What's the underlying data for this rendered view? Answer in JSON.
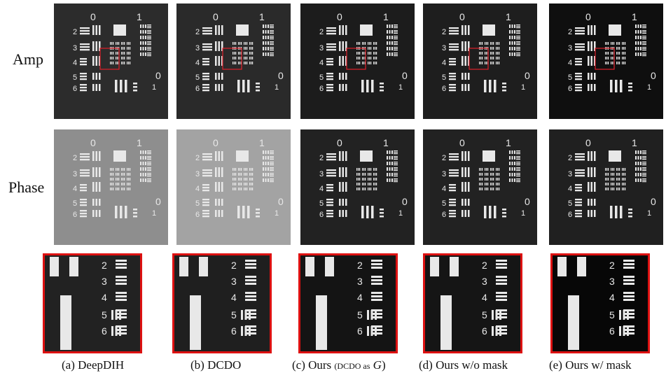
{
  "rows": {
    "amp": "Amp",
    "phase": "Phase"
  },
  "target": {
    "top_numbers": [
      "0",
      "1"
    ],
    "left_numbers": [
      "2",
      "3",
      "4",
      "5",
      "6"
    ],
    "right_numbers": [
      "0",
      "1"
    ],
    "zoom_numbers": [
      "2",
      "3",
      "4",
      "5",
      "6"
    ]
  },
  "columns": [
    {
      "caption": "(a) DeepDIH",
      "amp_bg": "#2c2c2c",
      "phase_bg": "#8e8e8e",
      "zoom_bg": "#222222"
    },
    {
      "caption": "(b) DCDO",
      "amp_bg": "#2a2a2a",
      "phase_bg": "#a3a3a3",
      "zoom_bg": "#1f1f1f"
    },
    {
      "caption": "(c) Ours",
      "caption_small": "(DCDO as",
      "caption_italic": "G",
      "caption_close": ")",
      "amp_bg": "#1c1c1c",
      "phase_bg": "#222222",
      "zoom_bg": "#141414"
    },
    {
      "caption": "(d) Ours w/o mask",
      "amp_bg": "#1e1e1e",
      "phase_bg": "#222222",
      "zoom_bg": "#151515"
    },
    {
      "caption": "(e) Ours w/ mask",
      "amp_bg": "#0f0f0f",
      "phase_bg": "#202020",
      "zoom_bg": "#070707"
    }
  ],
  "colors": {
    "highlight_box": "#e0202a",
    "zoom_border": "#dd1111",
    "pattern_white": "#e8e8e8"
  }
}
